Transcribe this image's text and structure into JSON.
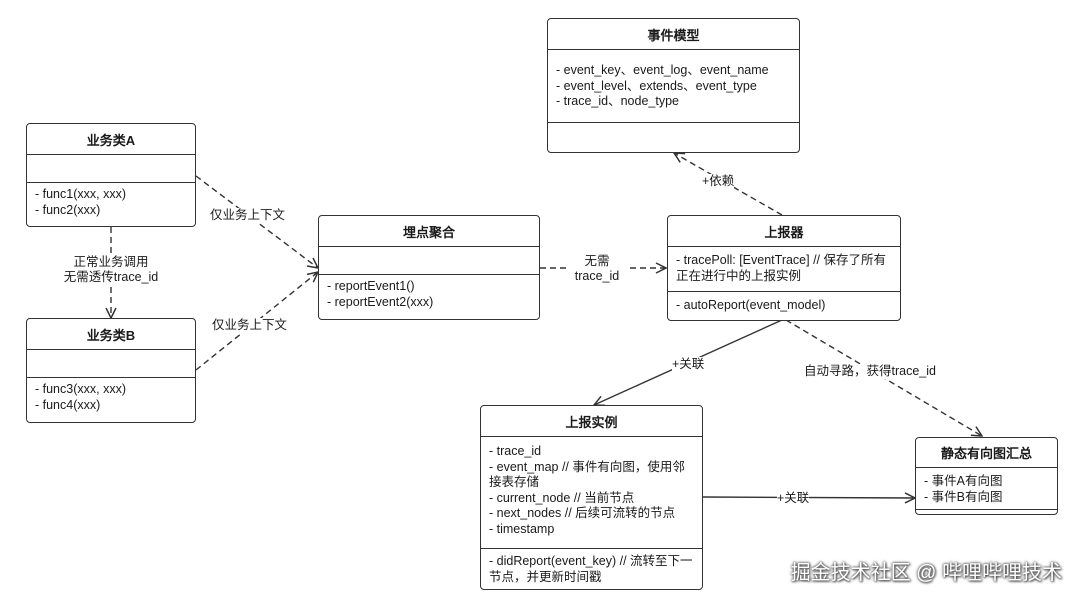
{
  "classes": {
    "event_model": {
      "title": "事件模型",
      "attrs": [
        "- event_key、event_log、event_name",
        "- event_level、extends、event_type",
        "- trace_id、node_type"
      ]
    },
    "biz_a": {
      "title": "业务类A",
      "methods": [
        "- func1(xxx, xxx)",
        "- func2(xxx)"
      ]
    },
    "biz_b": {
      "title": "业务类B",
      "methods": [
        "- func3(xxx, xxx)",
        "- func4(xxx)"
      ]
    },
    "aggregator": {
      "title": "埋点聚合",
      "methods": [
        "- reportEvent1()",
        "- reportEvent2(xxx)"
      ]
    },
    "reporter": {
      "title": "上报器",
      "attrs": [
        "- tracePoll: [EventTrace]  // 保存了所有正在进行中的上报实例"
      ],
      "methods": [
        "- autoReport(event_model)"
      ]
    },
    "report_instance": {
      "title": "上报实例",
      "attrs": [
        "- trace_id",
        "- event_map  // 事件有向图，使用邻接表存储",
        "- current_node  // 当前节点",
        "- next_nodes  // 后续可流转的节点",
        "- timestamp"
      ],
      "methods": [
        "- didReport(event_key)  // 流转至下一节点，并更新时间戳"
      ]
    },
    "static_graph": {
      "title": "静态有向图汇总",
      "attrs": [
        "- 事件A有向图",
        "- 事件B有向图"
      ]
    }
  },
  "edges": {
    "a_to_agg": "仅业务上下文",
    "b_to_agg": "仅业务上下文",
    "a_to_b_line1": "正常业务调用",
    "a_to_b_line2": "无需透传trace_id",
    "agg_to_rep_line1": "无需",
    "agg_to_rep_line2": "trace_id",
    "rep_to_model": "+依赖",
    "rep_to_inst": "+关联",
    "rep_to_graph": "自动寻路，获得trace_id",
    "inst_to_graph": "+关联"
  },
  "watermark": "掘金技术社区 @ 哔哩哔哩技术",
  "colors": {
    "stroke": "#333333",
    "background": "#ffffff"
  }
}
